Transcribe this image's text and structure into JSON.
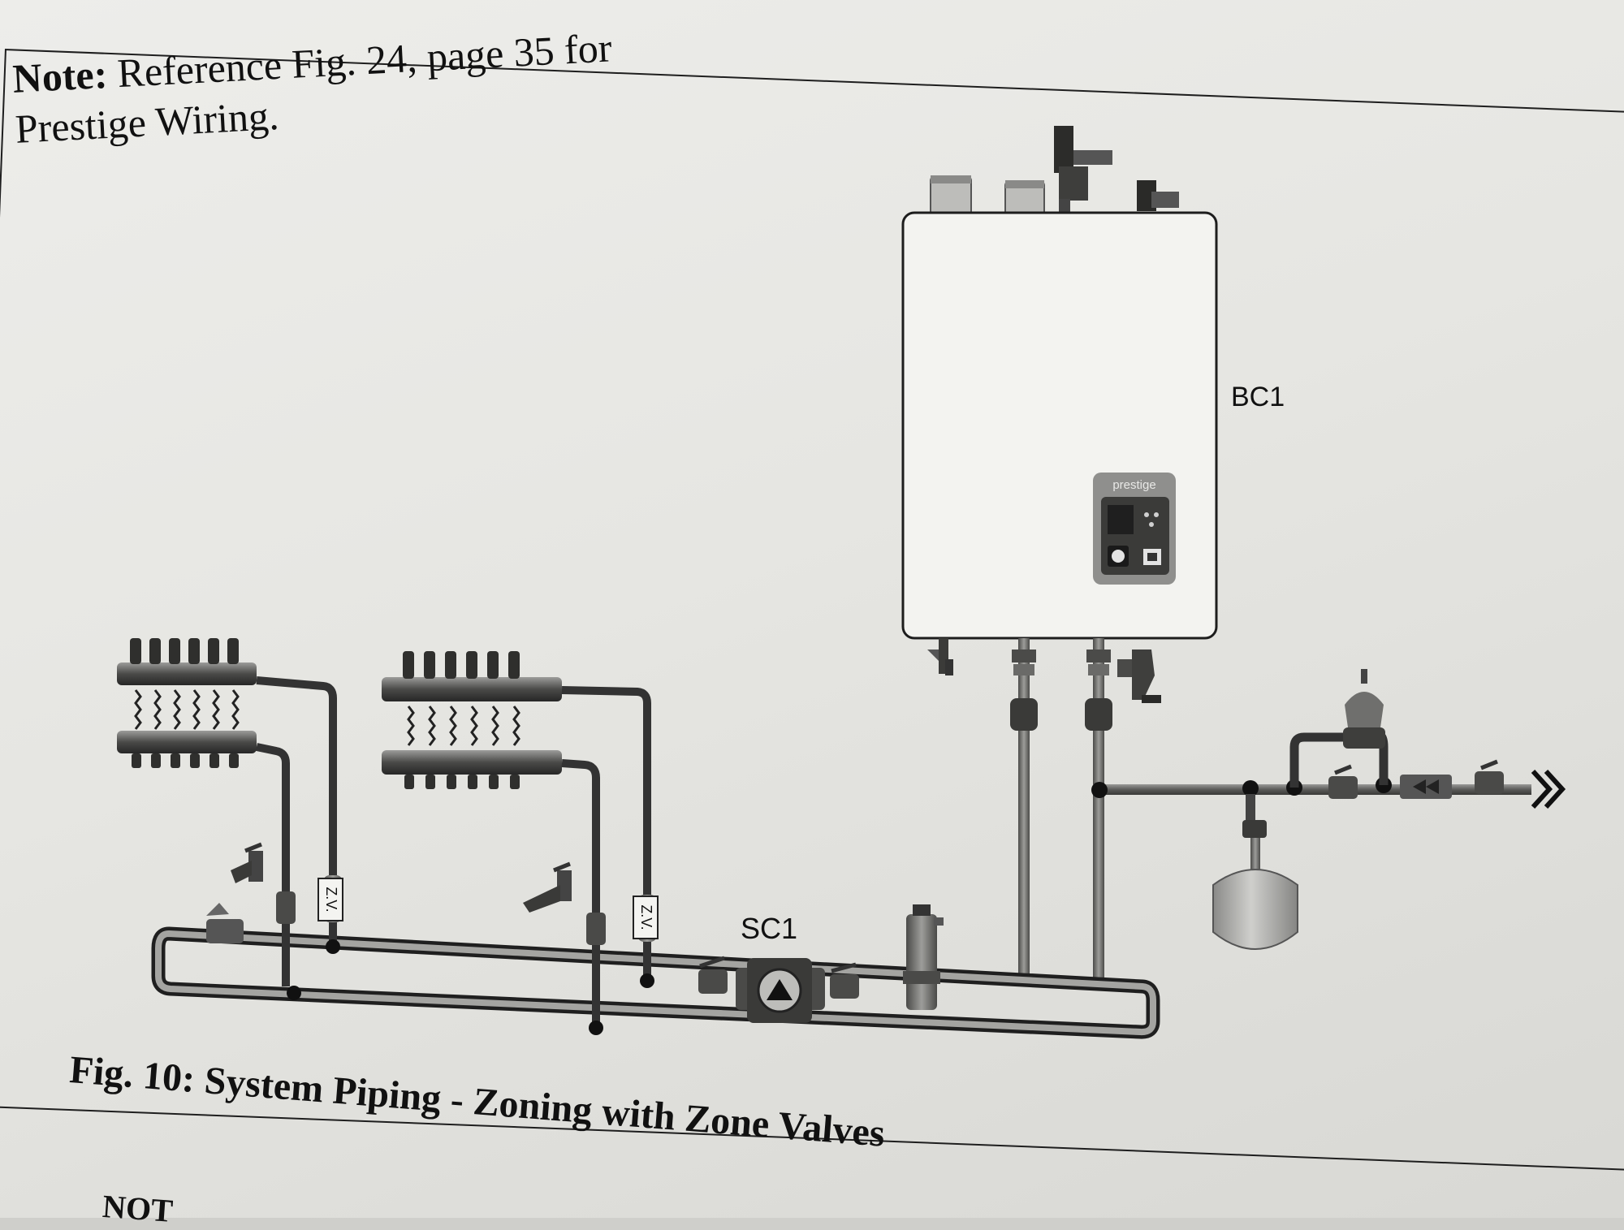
{
  "note": {
    "label": "Note:",
    "text_line1": "Reference Fig. 24, page 35 for",
    "text_line2": "Prestige Wiring."
  },
  "labels": {
    "boiler": "BC1",
    "pump": "SC1",
    "zone_valve_1": "Z.V.",
    "zone_valve_2": "Z.V.",
    "boiler_brand": "prestige"
  },
  "caption": "Fig. 10: System Piping - Zoning with Zone Valves",
  "bottom_text": "NOT"
}
